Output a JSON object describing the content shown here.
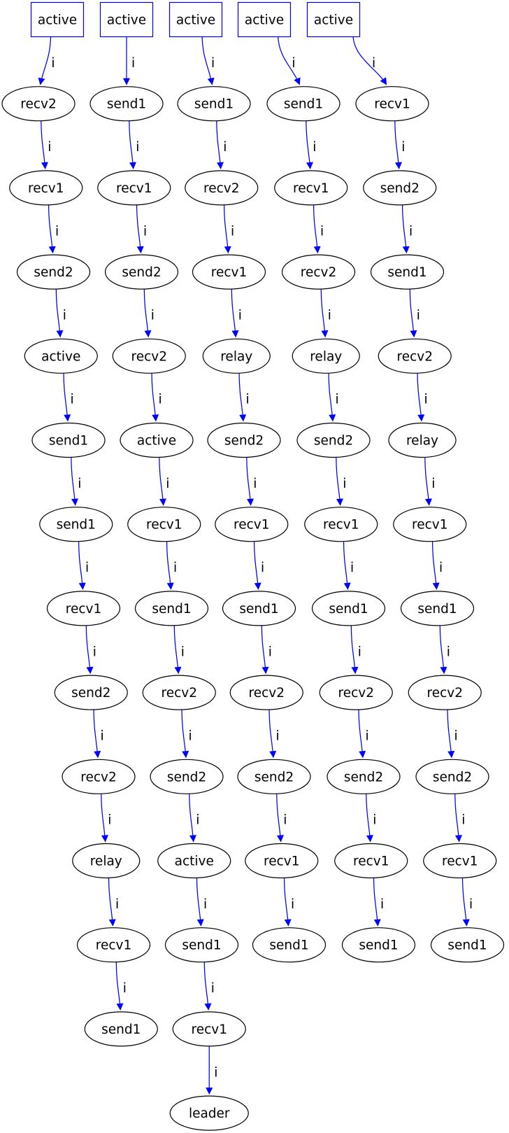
{
  "graph": {
    "background_color": "#ffffff",
    "edge_color": "#0000ff",
    "box_border_color": "#0000ff",
    "ellipse_border_color": "#000000",
    "text_color": "#000000",
    "node_fill": "#ffffff",
    "edge_label": "i",
    "columns": [
      {
        "nodes": [
          "active",
          "recv2",
          "recv1",
          "send2",
          "active",
          "send1",
          "send1",
          "recv1",
          "send2",
          "recv2",
          "relay",
          "recv1",
          "send1"
        ]
      },
      {
        "nodes": [
          "active",
          "send1",
          "recv1",
          "send2",
          "recv2",
          "active",
          "recv1",
          "send1",
          "recv2",
          "send2",
          "active",
          "send1",
          "recv1",
          "leader"
        ]
      },
      {
        "nodes": [
          "active",
          "send1",
          "recv2",
          "recv1",
          "relay",
          "send2",
          "recv1",
          "send1",
          "recv2",
          "send2",
          "recv1",
          "send1"
        ]
      },
      {
        "nodes": [
          "active",
          "send1",
          "recv1",
          "recv2",
          "relay",
          "send2",
          "recv1",
          "send1",
          "recv2",
          "send2",
          "recv1",
          "send1"
        ]
      },
      {
        "nodes": [
          "active",
          "recv1",
          "send2",
          "send1",
          "recv2",
          "relay",
          "recv1",
          "send1",
          "recv2",
          "send2",
          "recv1",
          "send1"
        ]
      }
    ]
  }
}
